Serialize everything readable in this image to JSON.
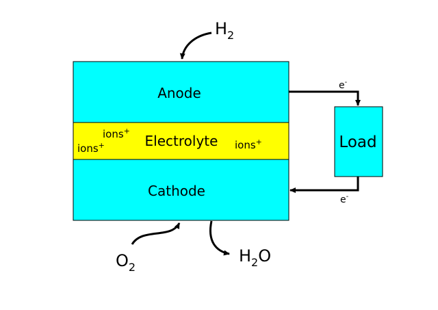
{
  "cell": {
    "anode_label": "Anode",
    "electrolyte_label": "Electrolyte",
    "cathode_label": "Cathode",
    "ion_label_base": "ions",
    "ion_label_sup": "+",
    "ion_count": 3
  },
  "load": {
    "label": "Load"
  },
  "electron": {
    "base": "e",
    "sup": "-"
  },
  "species": {
    "h2": {
      "base": "H",
      "sub": "2"
    },
    "o2": {
      "base": "O",
      "sub": "2"
    },
    "h2o": {
      "base": "H",
      "sub": "2",
      "rest": "O"
    }
  },
  "colors": {
    "electrode": "#00ffff",
    "electrolyte": "#ffff00",
    "load": "#00ffff",
    "stroke": "#000000"
  }
}
